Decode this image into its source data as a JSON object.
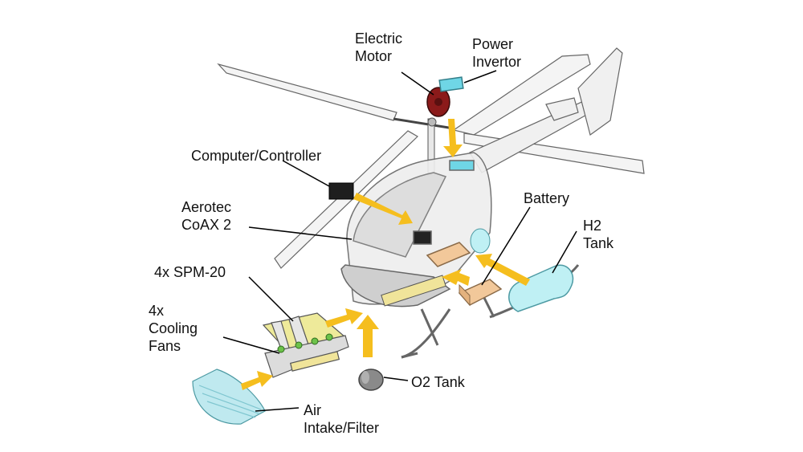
{
  "labels": {
    "electric_motor": [
      "Electric",
      "Motor"
    ],
    "power_invertor": [
      "Power",
      "Invertor"
    ],
    "computer_controller": [
      "Computer/Controller"
    ],
    "aerotec": [
      "Aerotec",
      "CoAX 2"
    ],
    "battery": [
      "Battery"
    ],
    "h2_tank": [
      "H2",
      "Tank"
    ],
    "spm20": [
      "4x SPM-20"
    ],
    "cooling_fans": [
      "4x",
      "Cooling",
      "Fans"
    ],
    "o2_tank": [
      "O2 Tank"
    ],
    "air_intake": [
      "Air",
      "Intake/Filter"
    ]
  },
  "colors": {
    "arrow": "#f5be1e",
    "motor": "#8b1a1a",
    "invertor": "#6fd6e6",
    "controller": "#1e1e1e",
    "battery": "#f2c89a",
    "h2_tank": "#bff0f4",
    "spm": "#eeea9a",
    "fan": "#6cc24a",
    "o2_tank": "#8a8a8a",
    "intake": "#bfe9ef",
    "outline": "#555555"
  }
}
